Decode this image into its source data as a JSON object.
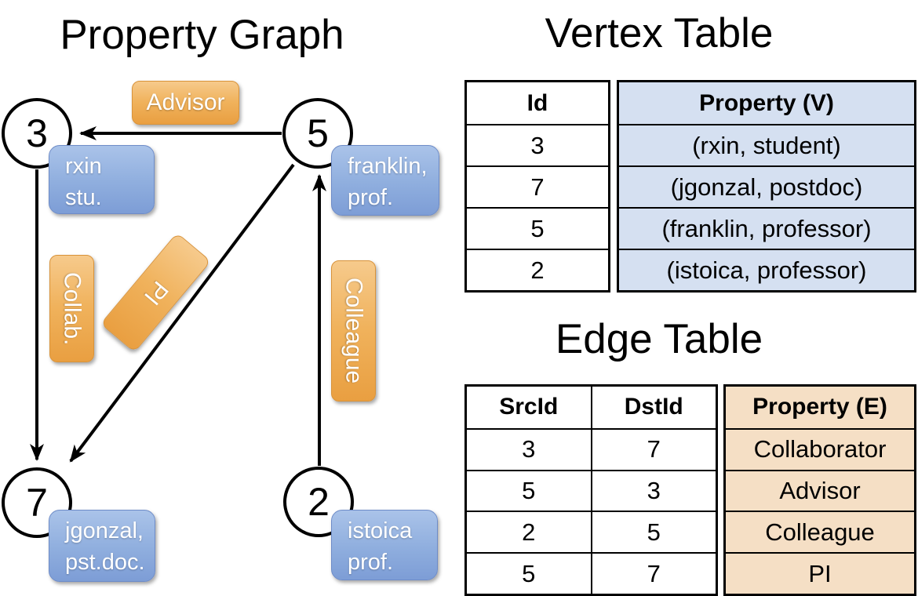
{
  "left": {
    "title": "Property Graph",
    "nodes": {
      "n3": {
        "id": "3",
        "line1": "rxin",
        "line2": "stu."
      },
      "n5": {
        "id": "5",
        "line1": "franklin,",
        "line2": "prof."
      },
      "n7": {
        "id": "7",
        "line1": "jgonzal,",
        "line2": "pst.doc."
      },
      "n2": {
        "id": "2",
        "line1": "istoica",
        "line2": "prof."
      }
    },
    "edge_labels": {
      "advisor": "Advisor",
      "collab": "Collab.",
      "pi": "PI",
      "colleague": "Colleague"
    }
  },
  "vertex_table": {
    "title": "Vertex Table",
    "headers": {
      "id": "Id",
      "property": "Property (V)"
    },
    "rows": [
      {
        "id": "3",
        "property": "(rxin, student)"
      },
      {
        "id": "7",
        "property": "(jgonzal, postdoc)"
      },
      {
        "id": "5",
        "property": "(franklin, professor)"
      },
      {
        "id": "2",
        "property": "(istoica, professor)"
      }
    ]
  },
  "edge_table": {
    "title": "Edge Table",
    "headers": {
      "src": "SrcId",
      "dst": "DstId",
      "property": "Property (E)"
    },
    "rows": [
      {
        "src": "3",
        "dst": "7",
        "property": "Collaborator"
      },
      {
        "src": "5",
        "dst": "3",
        "property": "Advisor"
      },
      {
        "src": "2",
        "dst": "5",
        "property": "Colleague"
      },
      {
        "src": "5",
        "dst": "7",
        "property": "PI"
      }
    ]
  },
  "colors": {
    "edge_label_orange": "#f0b25c",
    "vertex_label_blue": "#8faede",
    "vertex_table_fill": "#d5e0f1",
    "edge_table_fill": "#f5dfc5",
    "line_black": "#000000"
  }
}
